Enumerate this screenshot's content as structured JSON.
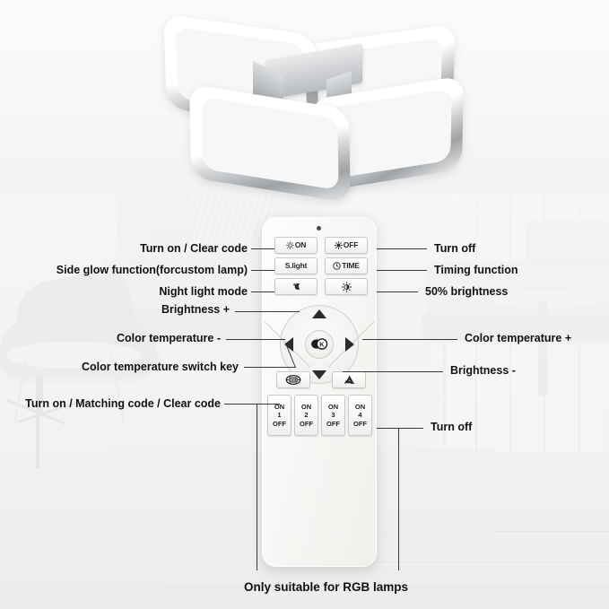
{
  "product": {
    "fixture_name": "led-ceiling-light-4-square",
    "remote_name": "rgb-remote-control"
  },
  "remote": {
    "buttons": {
      "on": {
        "icon": "sun-outline-icon",
        "label": "ON"
      },
      "off": {
        "icon": "sun-filled-icon",
        "label": "OFF"
      },
      "side_light": {
        "label": "S.light"
      },
      "time": {
        "icon": "clock-icon",
        "label": "TIME"
      },
      "night": {
        "icon": "moon-star-icon",
        "label": ""
      },
      "half_bright": {
        "icon": "half-sun-icon",
        "label": ""
      },
      "match_code": {
        "icon": "code-matching-icon",
        "label": ""
      },
      "recycle": {
        "icon": "recycle-triangle-icon",
        "label": ""
      },
      "center": {
        "icon": "k-key-icon",
        "label": "K"
      },
      "up": {
        "icon": "arrow-up-icon"
      },
      "down": {
        "icon": "arrow-down-icon"
      },
      "left": {
        "icon": "arrow-left-icon"
      },
      "right": {
        "icon": "arrow-right-icon"
      }
    },
    "channels": [
      {
        "on": "ON",
        "number": "1",
        "off": "OFF"
      },
      {
        "on": "ON",
        "number": "2",
        "off": "OFF"
      },
      {
        "on": "ON",
        "number": "3",
        "off": "OFF"
      },
      {
        "on": "ON",
        "number": "4",
        "off": "OFF"
      }
    ]
  },
  "annotations": {
    "left": [
      {
        "text": "Turn on / Clear code"
      },
      {
        "text": "Side glow function(forcustom lamp)"
      },
      {
        "text": "Night light mode"
      },
      {
        "text": "Brightness +"
      },
      {
        "text": "Color temperature -"
      },
      {
        "text": "Color temperature switch key"
      },
      {
        "text": "Turn on / Matching code / Clear code"
      }
    ],
    "right": [
      {
        "text": "Turn off"
      },
      {
        "text": "Timing function"
      },
      {
        "text": "50% brightness"
      },
      {
        "text": "Color temperature +"
      },
      {
        "text": "Brightness -"
      },
      {
        "text": "Turn off"
      }
    ]
  },
  "caption": {
    "text": "Only suitable for RGB lamps"
  },
  "colors": {
    "background": "#f2f2f2",
    "text": "#111111",
    "leader_line": "#3a3a3a",
    "remote_body": "#f7f7f5",
    "chrome": "#9fa3a6"
  }
}
